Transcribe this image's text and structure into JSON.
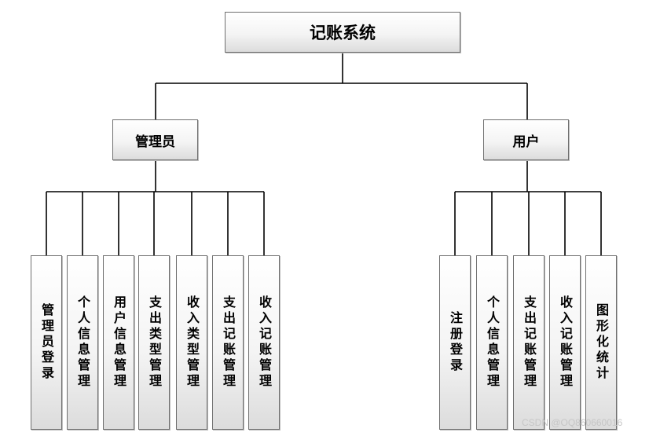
{
  "root": {
    "label": "记账系统"
  },
  "roles": [
    {
      "label": "管理员",
      "modules": [
        "管理员登录",
        "个人信息管理",
        "用户信息管理",
        "支出类型管理",
        "收入类型管理",
        "支出记账管理",
        "收入记账管理"
      ]
    },
    {
      "label": "用户",
      "modules": [
        "注册登录",
        "个人信息管理",
        "支出记账管理",
        "收入记账管理",
        "图形化统计"
      ]
    }
  ],
  "watermark": "CSDN @OQ860660016",
  "colors": {
    "border": "#6f6f6f",
    "line": "#000000",
    "fill_top": "#ffffff",
    "fill_bottom": "#dcdcdc"
  }
}
